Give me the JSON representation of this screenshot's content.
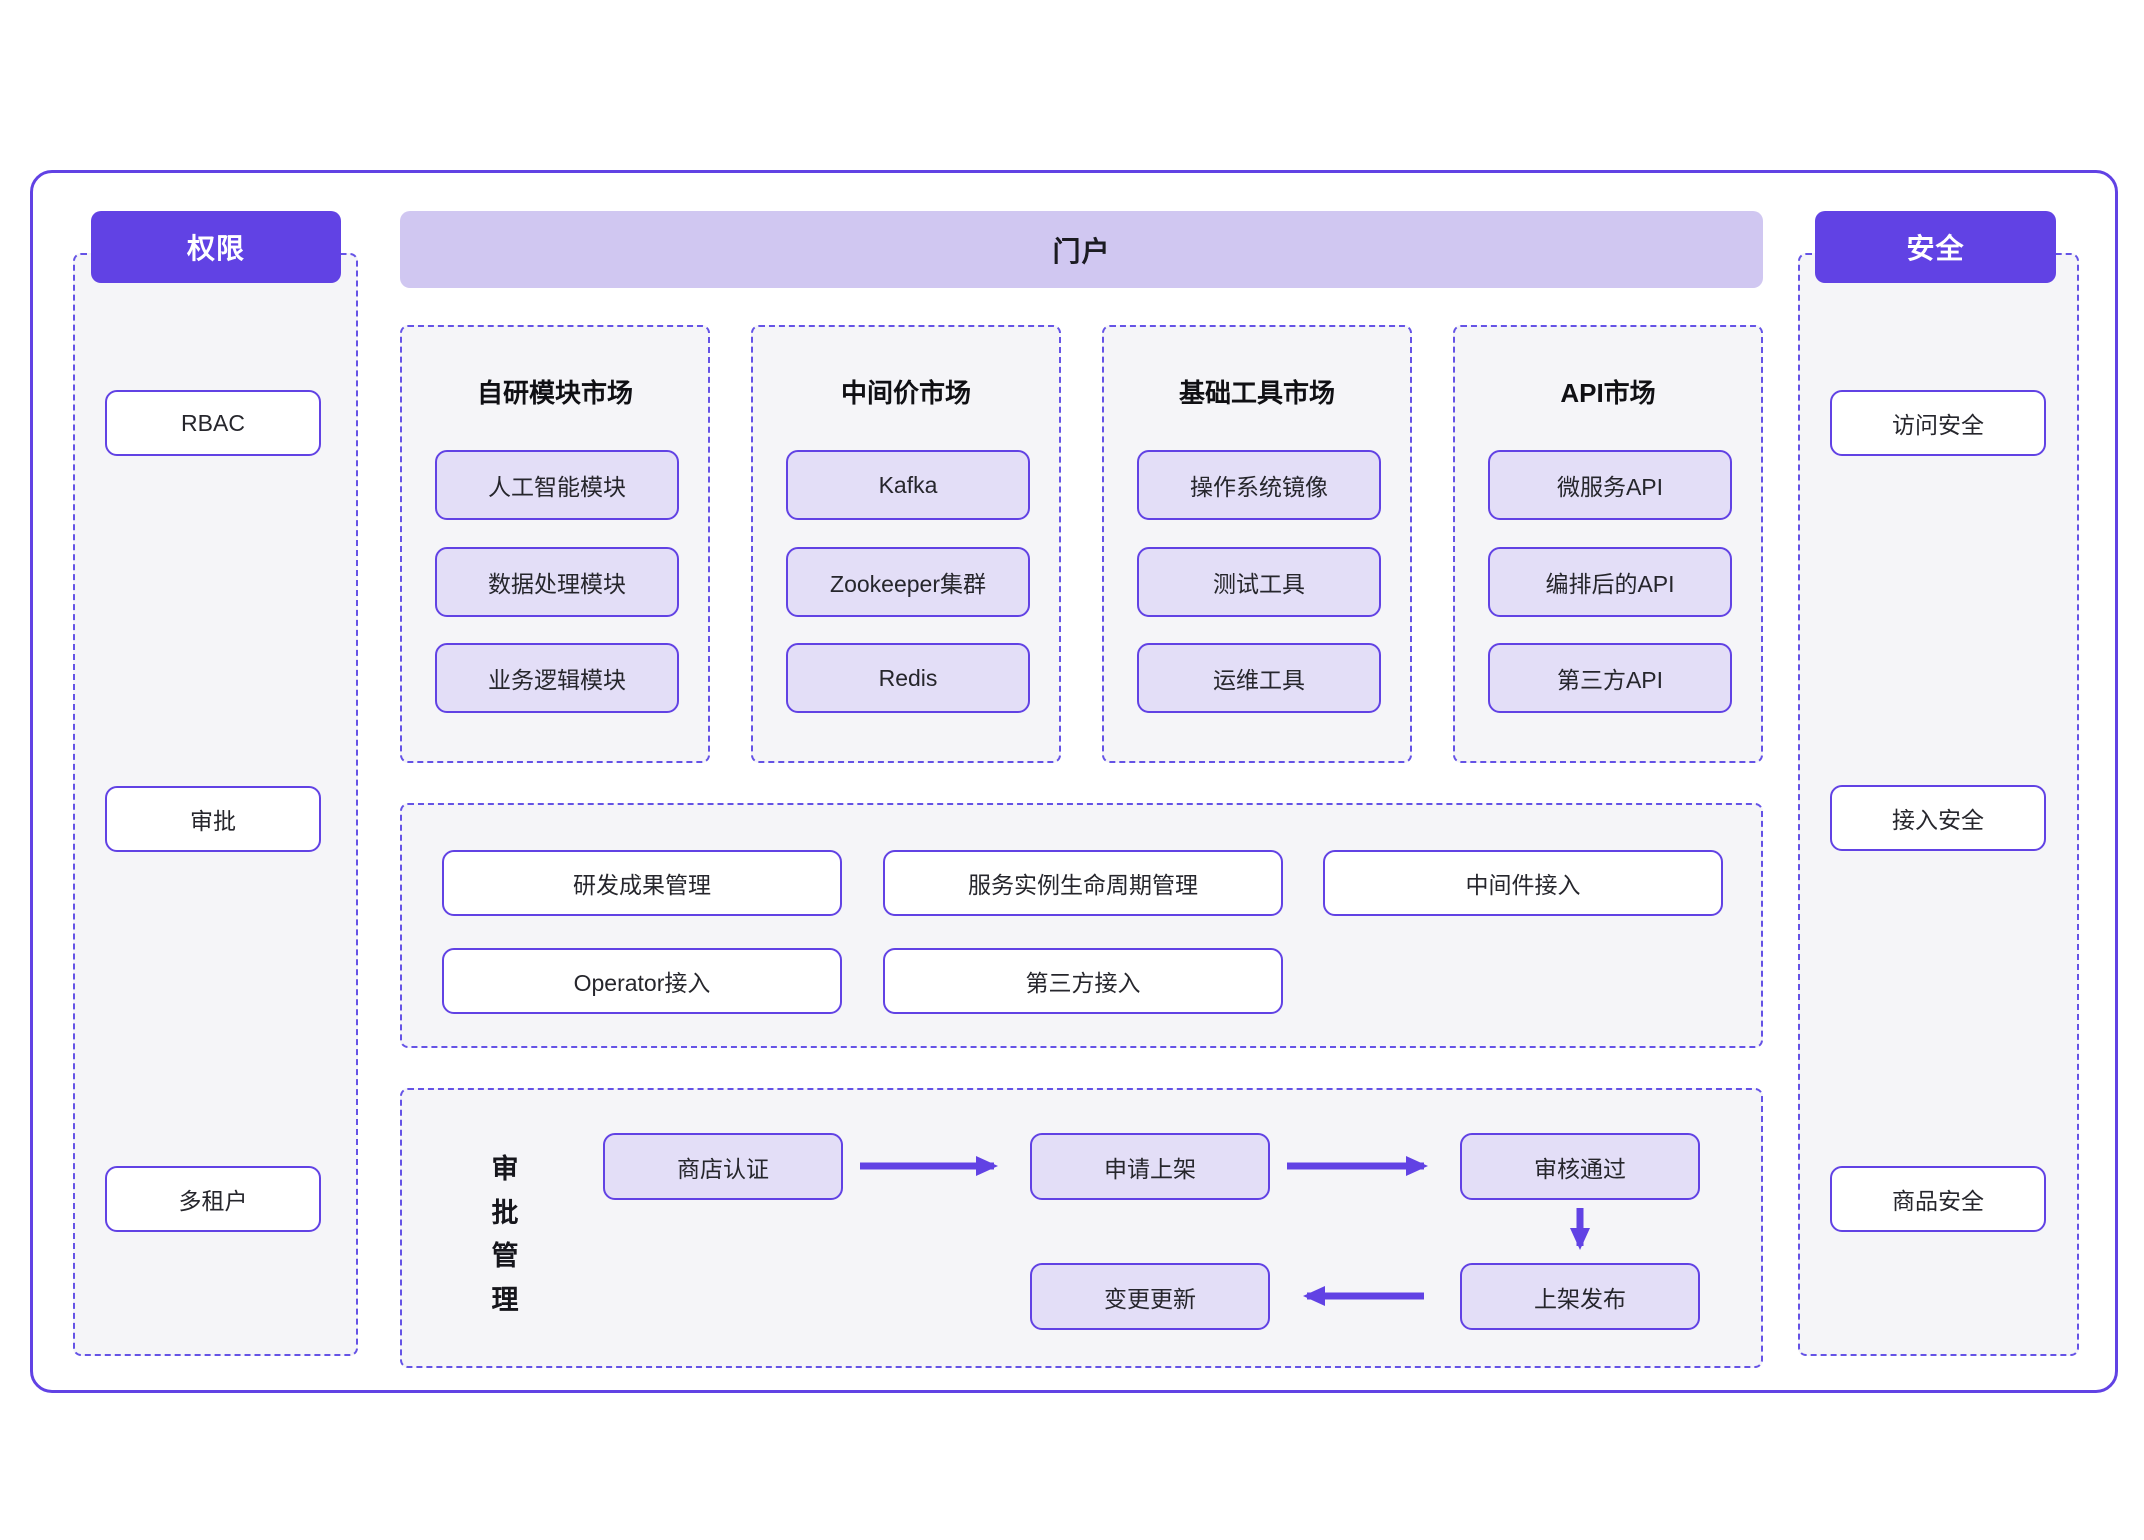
{
  "colors": {
    "primary": "#6142e4",
    "portal_bar": "#d0c7f1",
    "filled_box": "#e3def7",
    "panel_bg": "#f5f5f8"
  },
  "left_panel": {
    "header": "权限",
    "items": [
      "RBAC",
      "审批",
      "多租户"
    ]
  },
  "right_panel": {
    "header": "安全",
    "items": [
      "访问安全",
      "接入安全",
      "商品安全"
    ]
  },
  "portal": {
    "header": "门户",
    "markets": [
      {
        "title": "自研模块市场",
        "items": [
          "人工智能模块",
          "数据处理模块",
          "业务逻辑模块"
        ]
      },
      {
        "title": "中间价市场",
        "items": [
          "Kafka",
          "Zookeeper集群",
          "Redis"
        ]
      },
      {
        "title": "基础工具市场",
        "items": [
          "操作系统镜像",
          "测试工具",
          "运维工具"
        ]
      },
      {
        "title": "API市场",
        "items": [
          "微服务API",
          "编排后的API",
          "第三方API"
        ]
      }
    ],
    "management": {
      "row1": [
        "研发成果管理",
        "服务实例生命周期管理",
        "中间件接入"
      ],
      "row2": [
        "Operator接入",
        "第三方接入"
      ]
    },
    "approval": {
      "label": "审批管理",
      "steps": [
        "商店认证",
        "申请上架",
        "审核通过",
        "上架发布",
        "变更更新"
      ]
    }
  }
}
